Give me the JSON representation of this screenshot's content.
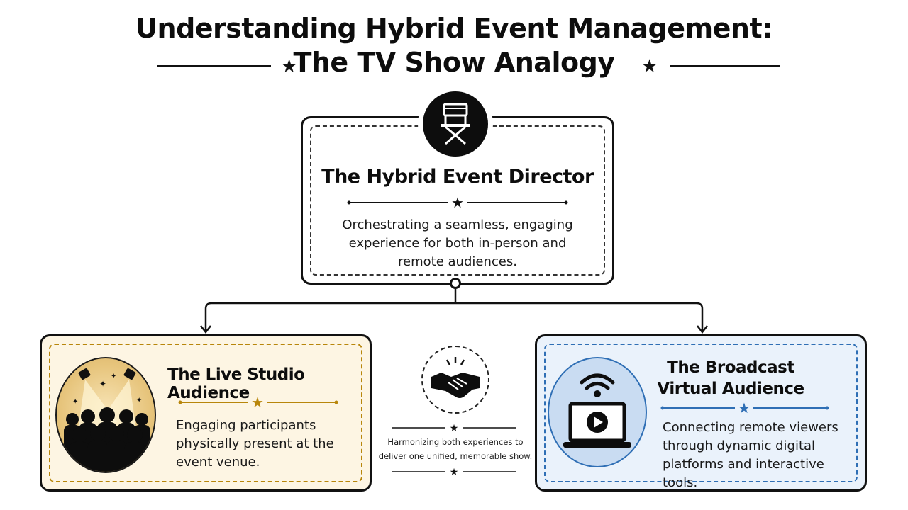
{
  "title": {
    "line1": "Understanding Hybrid Event Management:",
    "line2": "The TV Show Analogy"
  },
  "director": {
    "icon": "directors-chair-icon",
    "heading": "The Hybrid Event Director",
    "description": "Orchestrating a seamless, engaging experience for both in-person and remote audiences."
  },
  "live": {
    "icon": "spotlight-crowd-icon",
    "heading": "The Live Studio Audience",
    "description": "Engaging participants physically present at the event venue.",
    "accent": "#b8860b",
    "background": "#fdf5e3"
  },
  "middle": {
    "icon": "handshake-icon",
    "description": "Harmonizing both experiences to deliver one unified, memorable show."
  },
  "virtual": {
    "icon": "wifi-laptop-play-icon",
    "heading_line1": "The Broadcast",
    "heading_line2": "Virtual Audience",
    "description": "Connecting remote viewers through dynamic digital platforms and interactive tools.",
    "accent": "#2f6fb5",
    "background": "#eaf2fb"
  }
}
